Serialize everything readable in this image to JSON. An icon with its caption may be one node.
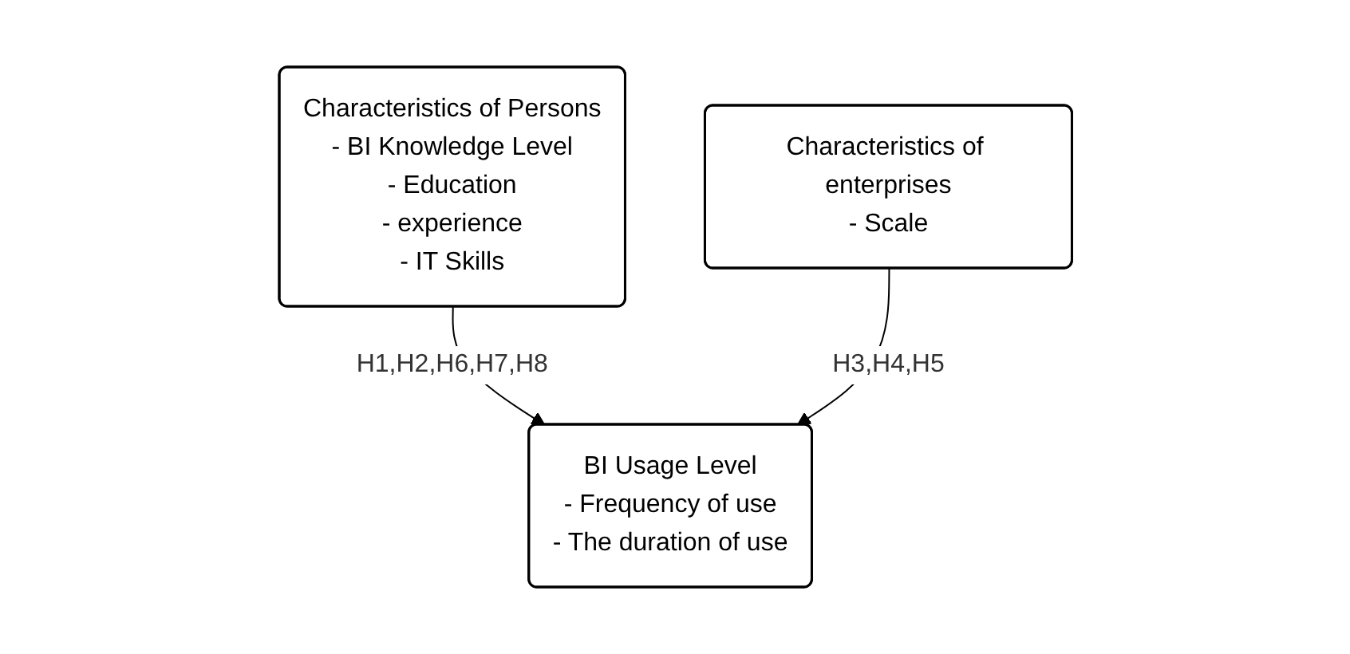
{
  "diagram": {
    "nodes": [
      {
        "text": [
          "Characteristics of Persons",
          "- BI Knowledge Level",
          "- Education",
          "- experience",
          "- IT Skills"
        ]
      },
      {
        "text": [
          "Characteristics of enterprises",
          "- Scale"
        ]
      },
      {
        "text": [
          "BI Usage Level",
          "- Frequency of use",
          "- The duration of use"
        ]
      }
    ],
    "edges": [
      {
        "from": 0,
        "to": 2,
        "arrow": "to",
        "label": "H1,H2,H6,H7,H8"
      },
      {
        "from": 1,
        "to": 2,
        "arrow": "to",
        "label": "H3,H4,H5"
      }
    ]
  }
}
